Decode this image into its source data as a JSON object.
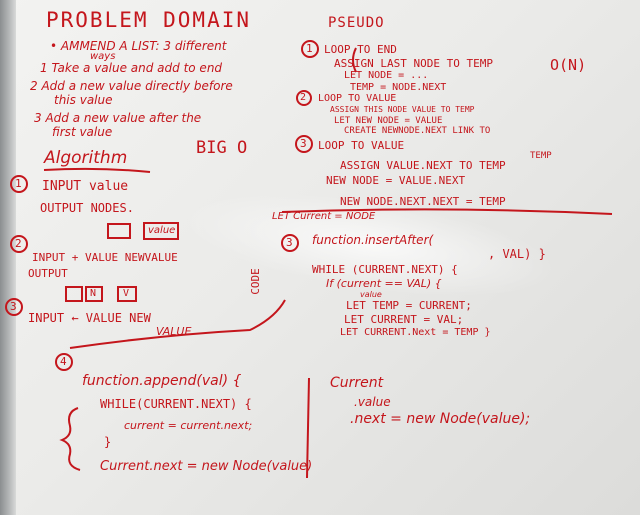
{
  "colors": {
    "ink": "#c4161c",
    "board": "#eeeeec"
  },
  "left": {
    "title": "PROBLEM DOMAIN",
    "items": [
      "• AMMEND A LIST: 3 different",
      "ways",
      "1 Take a value and add to end",
      "2 Add a new value directly before",
      "this value",
      "3 Add a new value after the",
      "first value"
    ],
    "algorithm_heading": "Algorithm",
    "bigo": "BIG O",
    "steps": [
      "INPUT value",
      "OUTPUT NODES.",
      "value",
      "INPUT + VALUE NEWVALUE",
      "OUTPUT",
      "N",
      "V",
      "INPUT ← VALUE NEW",
      "VALUE"
    ],
    "circle_1": "1",
    "circle_2": "2",
    "circle_3": "3",
    "circle_4": "4",
    "code_label": "CODE"
  },
  "right": {
    "pseudo_heading": "PSEUDO",
    "complexity": "O(N)",
    "pseudo": [
      "LOOP TO END",
      "ASSIGN LAST NODE TO TEMP",
      "LET NODE = ...",
      "TEMP = NODE.NEXT",
      "LOOP TO VALUE",
      "ASSIGN THIS NODE VALUE TO TEMP",
      "LET NEW NODE = VALUE",
      "CREATE NEWNODE.NEXT LINK TO",
      "TEMP",
      "LOOP TO VALUE",
      "ASSIGN VALUE.NEXT TO TEMP",
      "NEW NODE = VALUE.NEXT",
      "NEW NODE.NEXT.NEXT = TEMP"
    ],
    "pseudo_circles": [
      "1",
      "2",
      "3"
    ],
    "code3_circle": "3",
    "code3": [
      "LET Current = NODE",
      "function.insertAfter(",
      ", VAL) }",
      "WHILE (CURRENT.NEXT) {",
      "If (current == VAL) {",
      "value",
      "LET TEMP = CURRENT;",
      "LET CURRENT = VAL;",
      "LET CURRENT.Next = TEMP }"
    ]
  },
  "bottom": {
    "code": [
      "function.append(val) {",
      "WHILE(CURRENT.NEXT) {",
      "current = current.next;",
      "}",
      "Current.next = new Node(value)"
    ],
    "side": [
      "Current",
      ".value",
      ".next = new Node(value);"
    ]
  }
}
